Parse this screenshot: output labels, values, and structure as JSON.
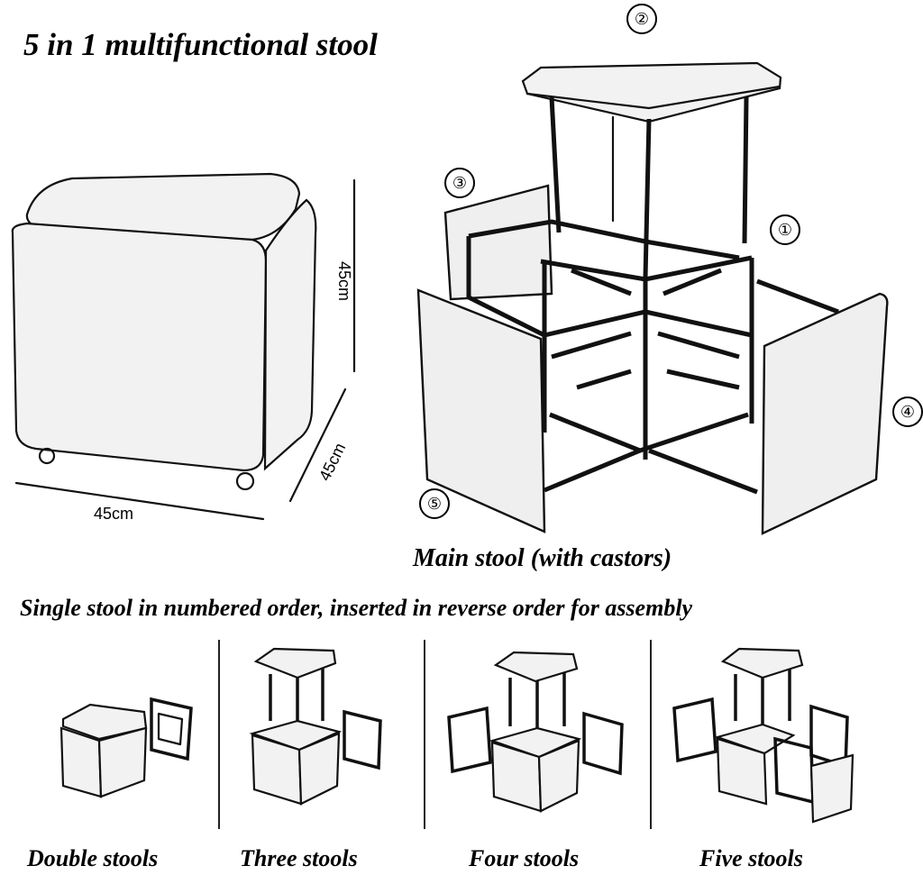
{
  "title": "5 in 1 multifunctional stool",
  "subtitle": "Single stool in numbered order, inserted in reverse order for assembly",
  "main_caption": "Main stool (with castors)",
  "dimensions": {
    "height": "45cm",
    "depth": "45cm",
    "width": "45cm"
  },
  "part_numbers": [
    "①",
    "②",
    "③",
    "④",
    "⑤"
  ],
  "configurations": [
    "Double stools",
    "Three stools",
    "Four stools",
    "Five stools"
  ]
}
